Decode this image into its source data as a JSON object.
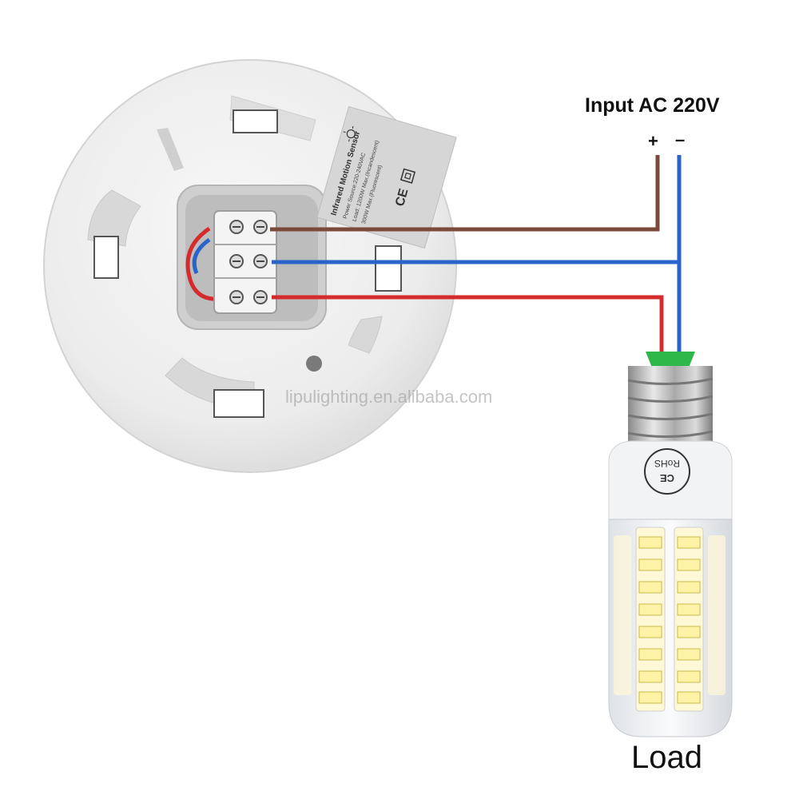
{
  "labels": {
    "input": "Input AC 220V",
    "plus": "+",
    "minus": "–",
    "load": "Load",
    "watermark": "lipulighting.en.alibaba.com"
  },
  "sensor_sticker": {
    "title": "Infrared Motion Sensor",
    "line1": "Power Source:220-240VAC",
    "line2": "Load: 1200W Max.(Incandescent)",
    "line3": "300W Max.(Fluorescent)",
    "marks": "CE"
  },
  "bulb": {
    "marks": "CE",
    "rohs": "RoHS"
  },
  "colors": {
    "live_wire": "#7a4a3a",
    "neutral_wire": "#2a63c9",
    "switched_wire": "#d42c2c",
    "sensor_body": "#ebebeb",
    "terminal_block": "#f4f4f4",
    "bulb_collar": "#2fb84a",
    "led_chip": "#fff3a8"
  },
  "icons": [
    "sun-icon",
    "ce-mark-icon",
    "rohs-icon",
    "screw-terminal-icon"
  ]
}
